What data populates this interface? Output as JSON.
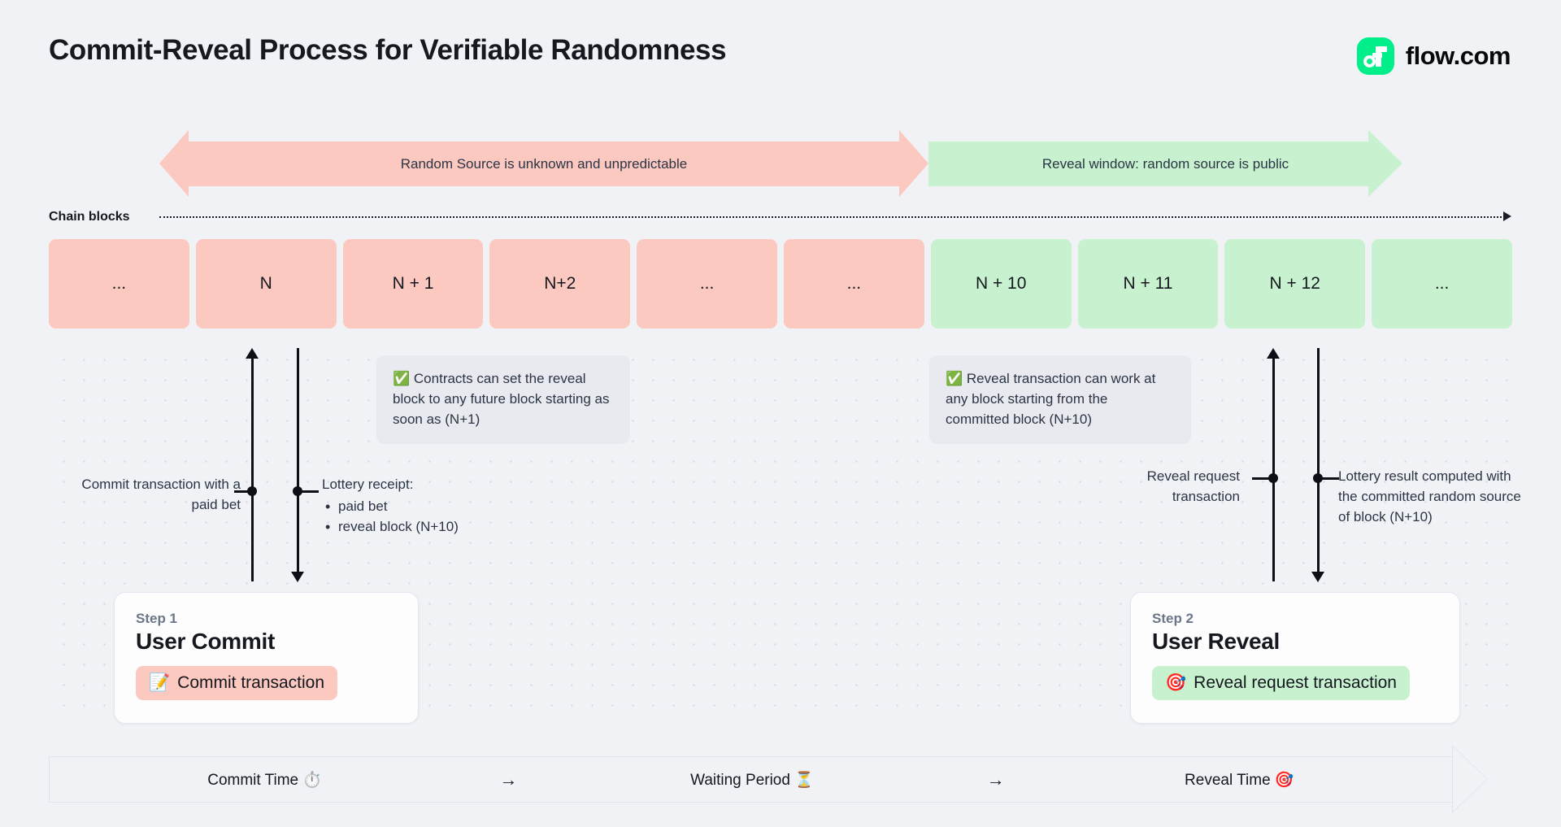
{
  "header": {
    "title": "Commit-Reveal Process for Verifiable Randomness",
    "brand": "flow.com",
    "brand_icon": "flow-logo-icon",
    "brand_color": "#00ef8b"
  },
  "phase_banners": [
    {
      "label": "Random Source is unknown and unpredictable",
      "color": "#fcc9c0",
      "shape": "double-arrow"
    },
    {
      "label": "Reveal window: random source is public",
      "color": "#c8f2cf",
      "shape": "right-arrow"
    }
  ],
  "chain": {
    "label": "Chain blocks",
    "blocks": [
      {
        "label": "...",
        "state": "pink"
      },
      {
        "label": "N",
        "state": "pink"
      },
      {
        "label": "N + 1",
        "state": "pink"
      },
      {
        "label": "N+2",
        "state": "pink"
      },
      {
        "label": "...",
        "state": "pink"
      },
      {
        "label": "...",
        "state": "pink"
      },
      {
        "label": "N + 10",
        "state": "green"
      },
      {
        "label": "N + 11",
        "state": "green"
      },
      {
        "label": "N + 12",
        "state": "green"
      },
      {
        "label": "...",
        "state": "green"
      }
    ]
  },
  "notes": [
    {
      "icon": "✅",
      "text": "Contracts can set the reveal block to any future block starting as soon as (N+1)"
    },
    {
      "icon": "✅",
      "text": "Reveal transaction can work at any block starting from the committed block (N+10)"
    }
  ],
  "callouts": {
    "commit": "Commit transaction with a paid bet",
    "receipt_title": "Lottery receipt:",
    "receipt_items": [
      "paid bet",
      "reveal block (N+10)"
    ],
    "reveal_request": "Reveal request transaction",
    "lottery_result": "Lottery result computed with the committed random source of block (N+10)"
  },
  "steps": [
    {
      "kicker": "Step 1",
      "title": "User Commit",
      "badge_icon": "📝",
      "badge_label": "Commit transaction",
      "badge_color": "#fcc9c0"
    },
    {
      "kicker": "Step 2",
      "title": "User Reveal",
      "badge_icon": "🎯",
      "badge_label": "Reveal request transaction",
      "badge_color": "#c8f2cf"
    }
  ],
  "phase_bar": {
    "segments": [
      "Commit Time ⏱️",
      "Waiting Period ⏳",
      "Reveal Time 🎯"
    ],
    "arrow": "→"
  }
}
